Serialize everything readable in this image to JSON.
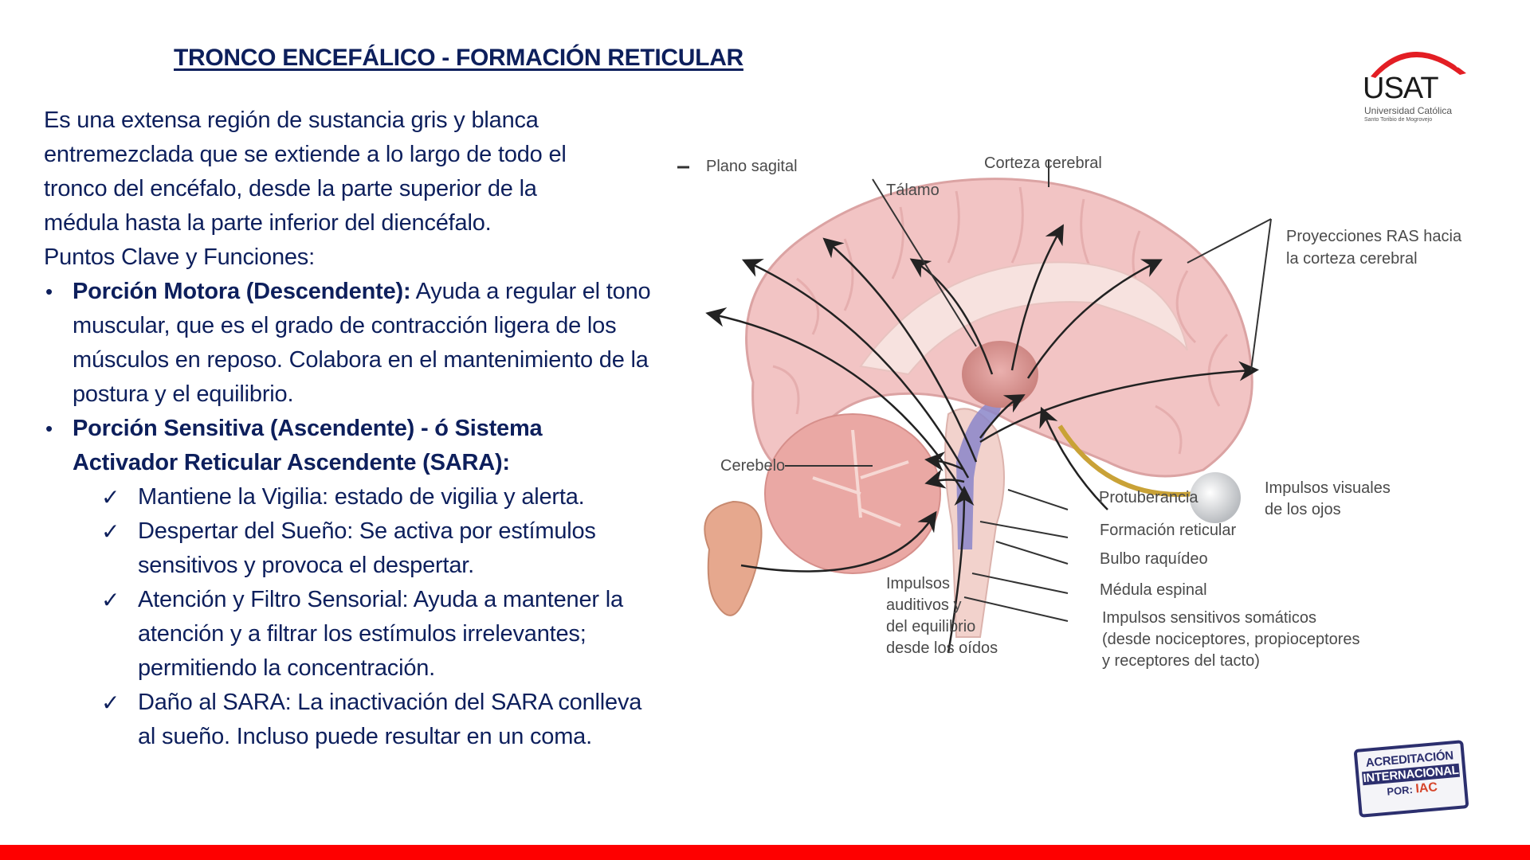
{
  "slide": {
    "title": "TRONCO ENCEFÁLICO - FORMACIÓN RETICULAR",
    "intro": [
      "Es una extensa región de sustancia gris y blanca",
      "entremezclada que se extiende a lo largo de todo el",
      "tronco del encéfalo, desde la parte superior de la",
      "médula hasta la parte inferior del diencéfalo."
    ],
    "key_points_heading": "Puntos Clave y Funciones:",
    "bullets": [
      {
        "bold": "Porción Motora (Descendente):",
        "text": " Ayuda a regular el tono muscular, que es el grado de contracción ligera de los músculos en reposo. Colabora en el mantenimiento de la postura y el equilibrio."
      },
      {
        "bold": "Porción Sensitiva (Ascendente) - ó Sistema Activador Reticular Ascendente (SARA):",
        "text": ""
      }
    ],
    "checks": [
      "Mantiene la Vigilia: estado de vigilia y alerta.",
      "Despertar del Sueño: Se activa por estímulos sensitivos y provoca el despertar.",
      "Atención y Filtro Sensorial: Ayuda a mantener la atención y a filtrar los estímulos irrelevantes; permitiendo la concentración.",
      "Daño al SARA: La inactivación del SARA conlleva al sueño. Incluso puede resultar en un coma."
    ],
    "bullet_glyph": "•",
    "check_glyph": "✓"
  },
  "logo": {
    "name": "USAT",
    "line1": "Universidad Católica",
    "line2": "Santo Toribio de Mogrovejo",
    "arc_color": "#e31e24"
  },
  "badge": {
    "line1": "ACREDITACIÓN",
    "line2": "INTERNACIONAL",
    "line3_prefix": "POR:",
    "line3_brand": "IAC"
  },
  "figure": {
    "labels": {
      "plano_sagital": "Plano sagital",
      "corteza": "Corteza cerebral",
      "talamo": "Tálamo",
      "proyecciones_1": "Proyecciones RAS hacia",
      "proyecciones_2": "la corteza cerebral",
      "cerebelo": "Cerebelo",
      "protuberancia": "Protuberancia",
      "visuales_1": "Impulsos visuales",
      "visuales_2": "de los ojos",
      "formacion": "Formación reticular",
      "bulbo": "Bulbo raquídeo",
      "medula": "Médula espinal",
      "auditivos_1": "Impulsos",
      "auditivos_2": "auditivos y",
      "auditivos_3": "del equilibrio",
      "auditivos_4": "desde los oídos",
      "somaticos_1": "Impulsos sensitivos somáticos",
      "somaticos_2": "(desde nociceptores, propioceptores",
      "somaticos_3": "y receptores del tacto)"
    }
  },
  "colors": {
    "text_navy": "#0d1f5c",
    "accent_red": "#fe0000",
    "brain_pink": "#f2c4c4",
    "reticular_purple": "#8b86c9"
  }
}
